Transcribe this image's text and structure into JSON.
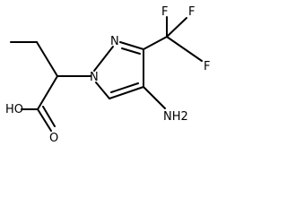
{
  "molecule": {
    "atoms": {
      "oh": "HO",
      "o_carbonyl": "O",
      "n1": "N",
      "n2": "N",
      "f_top_left": "F",
      "f_top_right": "F",
      "f_right": "F",
      "nh2": "NH2"
    }
  }
}
